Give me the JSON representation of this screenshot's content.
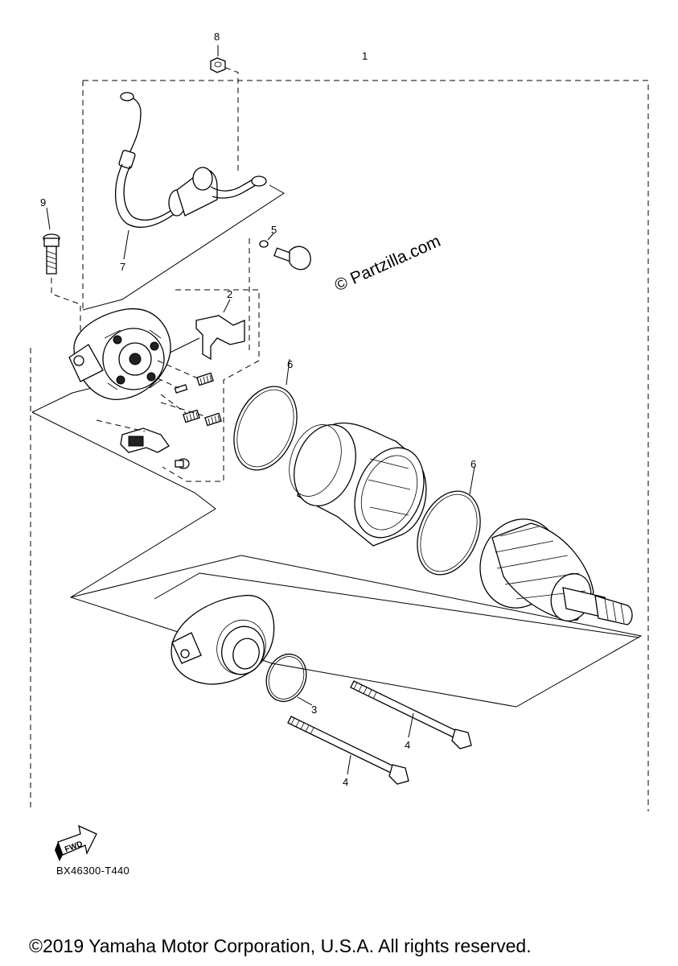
{
  "callouts": {
    "c1": "1",
    "c2": "2",
    "c3": "3",
    "c4a": "4",
    "c4b": "4",
    "c5": "5",
    "c6a": "6",
    "c6b": "6",
    "c7": "7",
    "c8": "8",
    "c9": "9"
  },
  "watermark": "© Partzilla.com",
  "fwd_label": "FWD",
  "diagram_code": "BX46300-T440",
  "copyright": "©2019 Yamaha Motor Corporation, U.S.A. All rights reserved."
}
